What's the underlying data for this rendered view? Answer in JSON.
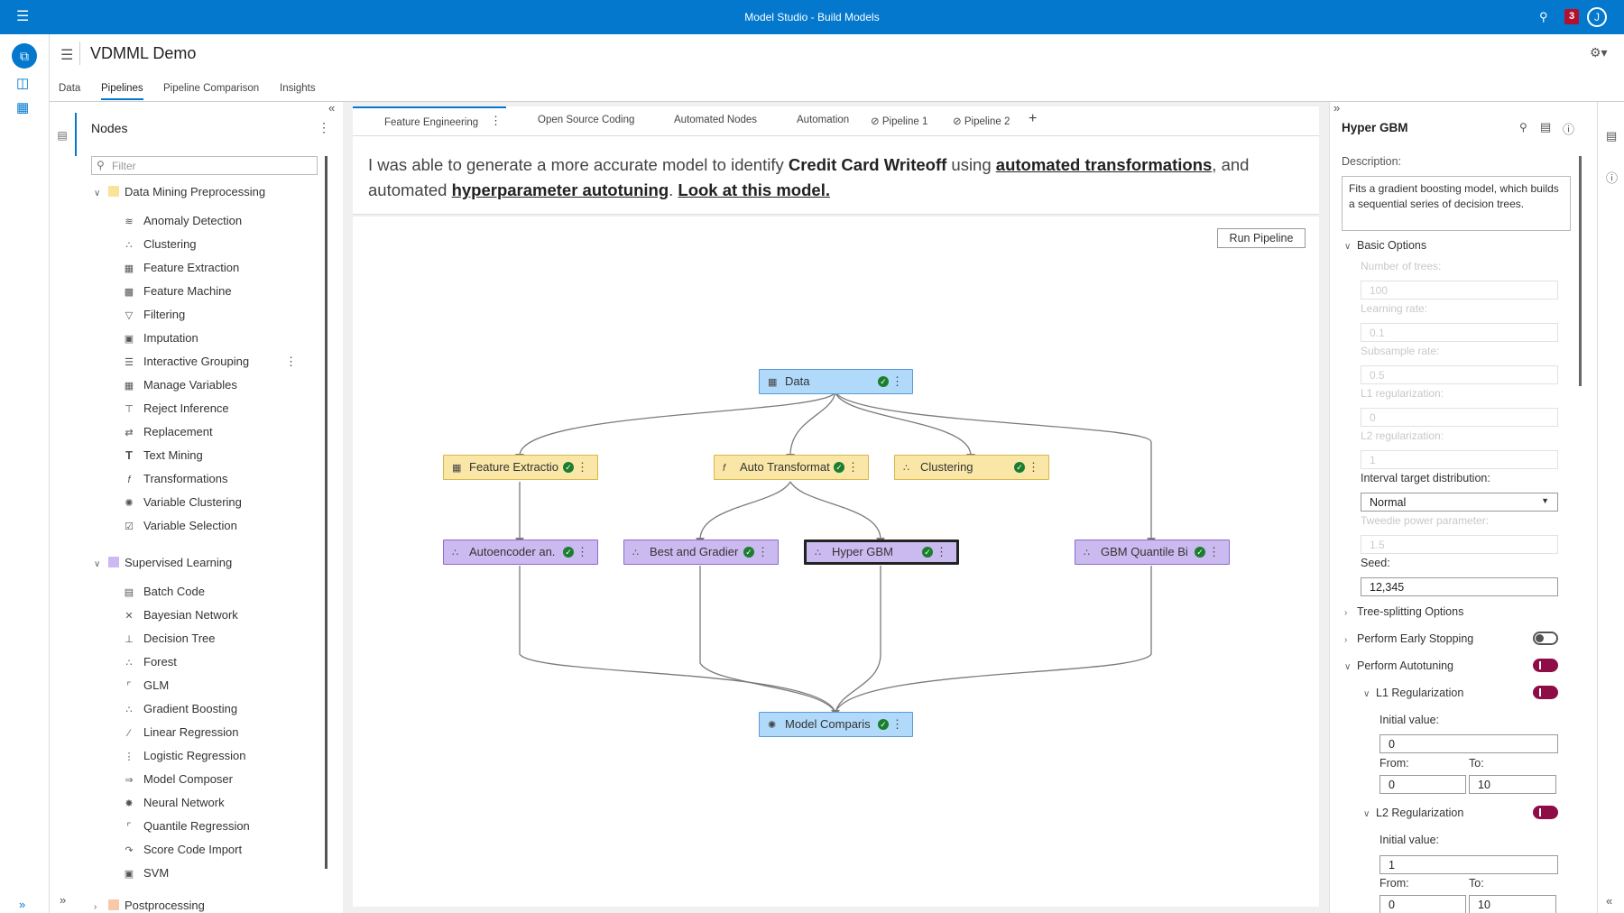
{
  "app": {
    "title": "Model Studio - Build Models",
    "notification_count": "3",
    "avatar_initial": "J",
    "project_title": "VDMML Demo",
    "accent": "#0378cd"
  },
  "tabs": [
    "Data",
    "Pipelines",
    "Pipeline Comparison",
    "Insights"
  ],
  "nodes_panel": {
    "title": "Nodes",
    "filter_placeholder": "Filter",
    "groups": [
      {
        "label": "Data Mining Preprocessing",
        "color": "#f9e39a",
        "items": [
          "Anomaly Detection",
          "Clustering",
          "Feature Extraction",
          "Feature Machine",
          "Filtering",
          "Imputation",
          "Interactive Grouping",
          "Manage Variables",
          "Reject Inference",
          "Replacement",
          "Text Mining",
          "Transformations",
          "Variable Clustering",
          "Variable Selection"
        ]
      },
      {
        "label": "Supervised Learning",
        "color": "#cdb8f2",
        "items": [
          "Batch Code",
          "Bayesian Network",
          "Decision Tree",
          "Forest",
          "GLM",
          "Gradient Boosting",
          "Linear Regression",
          "Logistic Regression",
          "Model Composer",
          "Neural Network",
          "Quantile Regression",
          "Score Code Import",
          "SVM"
        ]
      },
      {
        "label": "Postprocessing",
        "color": "#f7c9a8"
      }
    ]
  },
  "canvas_tabs": [
    "Feature Engineering",
    "Open Source Coding",
    "Automated Nodes",
    "Automation",
    "Pipeline 1",
    "Pipeline 2"
  ],
  "note": {
    "t1": "I was able to generate a more accurate model to identify ",
    "b1": "Credit Card Writeoff",
    "t2": " using ",
    "l1": "automated transformations",
    "t3": ", and automated ",
    "l2": "hyperparameter autotuning",
    "t4": ". ",
    "l3": "Look at this model."
  },
  "run_button": "Run Pipeline",
  "pipeline_nodes": {
    "data": "Data",
    "feature_extraction": "Feature Extractio",
    "auto_transform": "Auto Transformat",
    "clustering": "Clustering",
    "autoencoder": "Autoencoder an.",
    "best_gradient": "Best and Gradier",
    "hyper_gbm": "Hyper GBM",
    "gbm_quantile": "GBM Quantile Bi",
    "model_comparison": "Model Comparis"
  },
  "properties": {
    "title": "Hyper GBM",
    "description_label": "Description:",
    "description": "Fits a gradient boosting model, which builds a sequential series of decision trees.",
    "basic_options": "Basic Options",
    "number_of_trees_label": "Number of trees:",
    "number_of_trees": "100",
    "learning_rate_label": "Learning rate:",
    "learning_rate": "0.1",
    "subsample_rate_label": "Subsample rate:",
    "subsample_rate": "0.5",
    "l1_label": "L1 regularization:",
    "l1": "0",
    "l2_label": "L2 regularization:",
    "l2": "1",
    "interval_dist_label": "Interval target distribution:",
    "interval_dist": "Normal",
    "tweedie_label": "Tweedie power parameter:",
    "tweedie": "1.5",
    "seed_label": "Seed:",
    "seed": "12,345",
    "tree_splitting": "Tree-splitting Options",
    "early_stopping": "Perform Early Stopping",
    "autotuning": "Perform Autotuning",
    "l1_reg": "L1 Regularization",
    "l2_reg": "L2 Regularization",
    "initial_value_label": "Initial value:",
    "from_label": "From:",
    "to_label": "To:",
    "l1_initial": "0",
    "l1_from": "0",
    "l1_to": "10",
    "l2_initial": "1",
    "l2_from": "0",
    "l2_to": "10"
  }
}
